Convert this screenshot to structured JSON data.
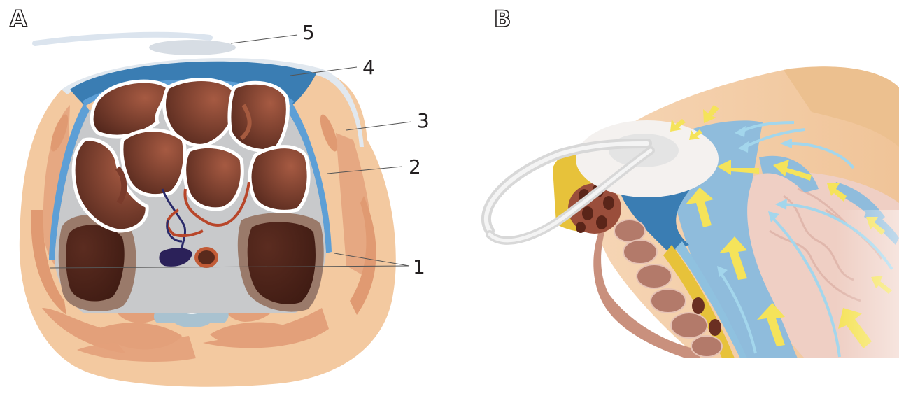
{
  "panels": {
    "a": {
      "letter": "A"
    },
    "b": {
      "letter": "B"
    }
  },
  "callouts": [
    {
      "id": "c5",
      "text": "5"
    },
    {
      "id": "c4",
      "text": "4"
    },
    {
      "id": "c3",
      "text": "3"
    },
    {
      "id": "c2",
      "text": "2"
    },
    {
      "id": "c1",
      "text": "1"
    }
  ],
  "colors": {
    "skin": "#f2c9a0",
    "muscle": "#e3a57c",
    "bowel": "#7a3b2b",
    "foam": "#3b7fb5",
    "film": "#6ea8d8",
    "cavity": "#c6c7c9",
    "arrow_yellow": "#f4e15a",
    "arrow_blue": "#9fd2ea"
  }
}
